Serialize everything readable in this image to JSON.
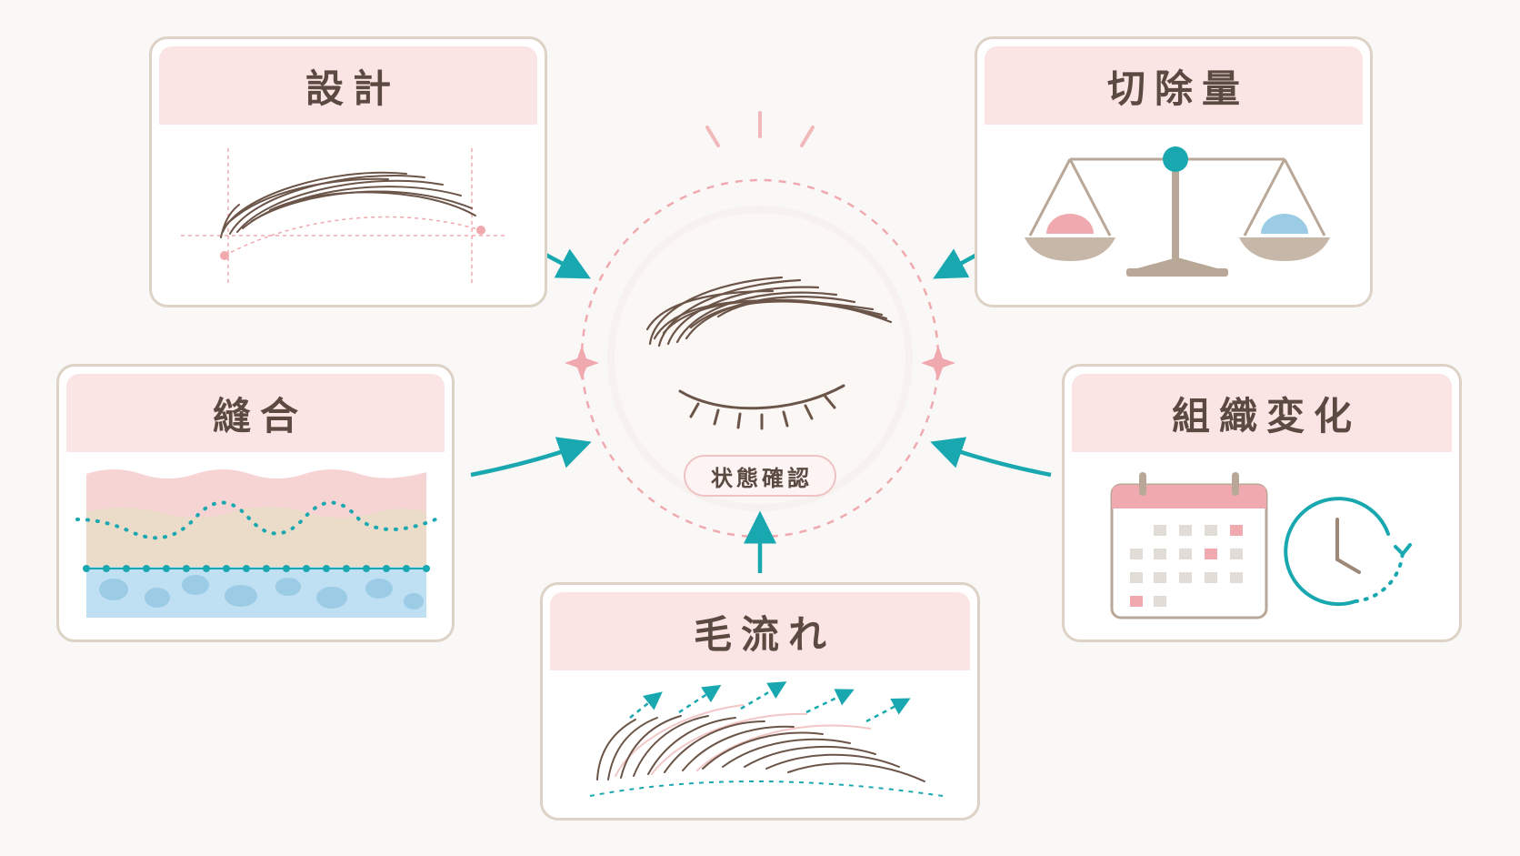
{
  "center": {
    "label": "状態確認"
  },
  "cards": {
    "design": {
      "title": "設計"
    },
    "excision": {
      "title": "切除量"
    },
    "suture": {
      "title": "縫合"
    },
    "tissue": {
      "title": "組織変化"
    },
    "hairflow": {
      "title": "毛流れ"
    }
  },
  "colors": {
    "teal": "#1aa8b0",
    "pink": "#f0a9ae",
    "brown": "#6b5448",
    "card_border": "#ddd2c6",
    "card_header": "#fbe4e4"
  },
  "icons": [
    "eyebrow-icon",
    "closed-eye-icon",
    "balance-scale-icon",
    "calendar-icon",
    "clock-icon",
    "skin-layers-icon",
    "arrow-icon",
    "sparkle-icon"
  ]
}
